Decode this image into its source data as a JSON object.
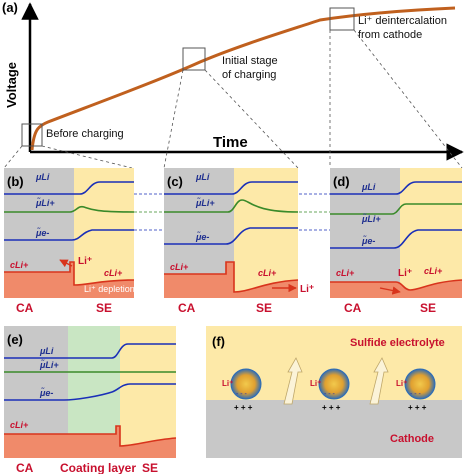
{
  "panel_a": {
    "label": "(a)",
    "y_axis": "Voltage",
    "x_axis": "Time",
    "annotations": {
      "before": "Before charging",
      "initial_line1": "Initial stage",
      "initial_line2": "of charging",
      "deint_line1": "Li⁺ deintercalation",
      "deint_line2": "from cathode"
    },
    "colors": {
      "curve": "#c0601e",
      "axis": "#000000"
    }
  },
  "mini_panels": {
    "b": {
      "label": "(b)",
      "ca": "CA",
      "se": "SE",
      "note": "Li⁺ depletion",
      "li": "Li⁺"
    },
    "c": {
      "label": "(c)",
      "ca": "CA",
      "se": "SE",
      "li": "Li⁺"
    },
    "d": {
      "label": "(d)",
      "ca": "CA",
      "se": "SE",
      "li": "Li⁺"
    }
  },
  "curve_labels": {
    "mu_li": "μLi",
    "mu_li_plus": "μ̃Li+",
    "mu_e": "μ̃e-",
    "c_li_plus": "cLi+"
  },
  "panel_e": {
    "label": "(e)",
    "ca": "CA",
    "coating": "Coating layer",
    "se": "SE"
  },
  "panel_f": {
    "label": "(f)",
    "electrolyte": "Sulfide electrolyte",
    "cathode": "Cathode",
    "li": "Li⁺",
    "charges_plus": "+ + +",
    "charges_minus": "- - -"
  },
  "colors": {
    "ca_bg": "#c8c8c8",
    "se_bg": "#fde9a8",
    "coating_bg": "#c9e6c3",
    "red_fill": "#f08a6a",
    "red_line": "#d8341c",
    "blue": "#1a2fb8",
    "green": "#3a8a2a",
    "label_red": "#c8102e"
  }
}
